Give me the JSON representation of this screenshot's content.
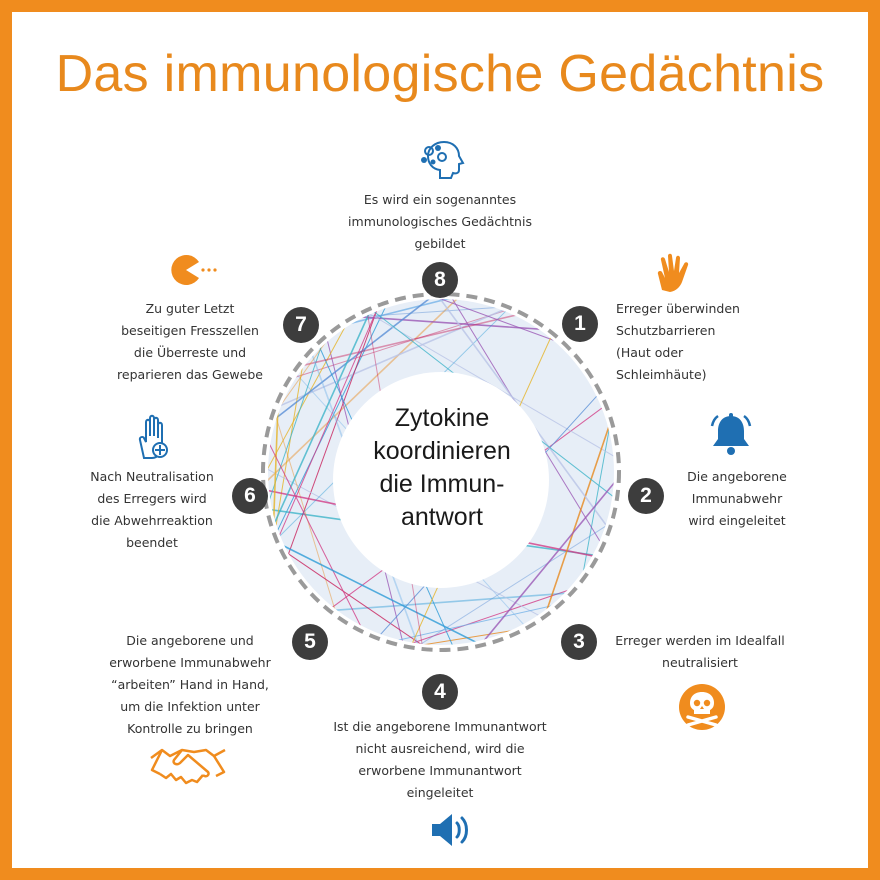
{
  "title": "Das immunologische Gedächtnis",
  "center_text": "Zytokine\nkoordinieren\ndie Immun-\nantwort",
  "colors": {
    "frame": "#f08c1e",
    "title": "#e8891d",
    "badge": "#3d3d3d",
    "icon_blue": "#1f6fb2",
    "icon_orange": "#f08c1e",
    "ring_fill": "#e7eef7",
    "dashes": "#9a9a9a"
  },
  "steps": [
    {
      "number": "1",
      "text": "Erreger überwinden\nSchutzbarrieren\n(Haut oder\nSchleimhäute)",
      "icon": "hand-icon"
    },
    {
      "number": "2",
      "text": "Die angeborene\nImmunabwehr\nwird eingeleitet",
      "icon": "bell-icon"
    },
    {
      "number": "3",
      "text": "Erreger werden im Idealfall\nneutralisiert",
      "icon": "skull-icon"
    },
    {
      "number": "4",
      "text": "Ist die angeborene Immunantwort\nnicht ausreichend, wird die\nerworbene Immunantwort\neingeleitet",
      "icon": "speaker-icon"
    },
    {
      "number": "5",
      "text": "Die angeborene und\nerworbene Immunabwehr\n“arbeiten” Hand in Hand,\num die Infektion unter\nKontrolle zu bringen",
      "icon": "handshake-icon"
    },
    {
      "number": "6",
      "text": "Nach Neutralisation\ndes Erregers wird\ndie Abwehrreaktion\nbeendet",
      "icon": "hand-shield-icon"
    },
    {
      "number": "7",
      "text": "Zu guter Letzt\nbeseitigen Fresszellen\ndie Überreste und\nreparieren das Gewebe",
      "icon": "pacman-icon"
    },
    {
      "number": "8",
      "text": "Es wird ein sogenanntes\nimmunologisches Gedächtnis\ngebildet",
      "icon": "head-icon"
    }
  ]
}
